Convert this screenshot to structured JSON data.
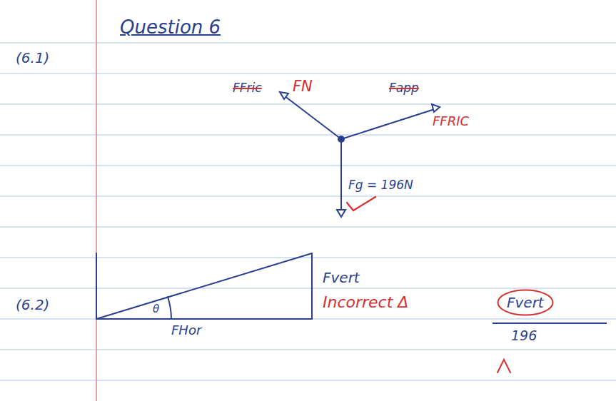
{
  "diagram": {
    "nodes": [
      {
        "text": [
          "Fvert"
        ]
      }
    ],
    "labels": [
      "Question 6",
      "(6.1)",
      "FFric",
      "FN",
      "Fapp",
      "FFRIC",
      "Fg = 196N",
      "(6.2)",
      "θ",
      "Fvert",
      "Incorrect Δ",
      "FHor",
      "196"
    ]
  }
}
